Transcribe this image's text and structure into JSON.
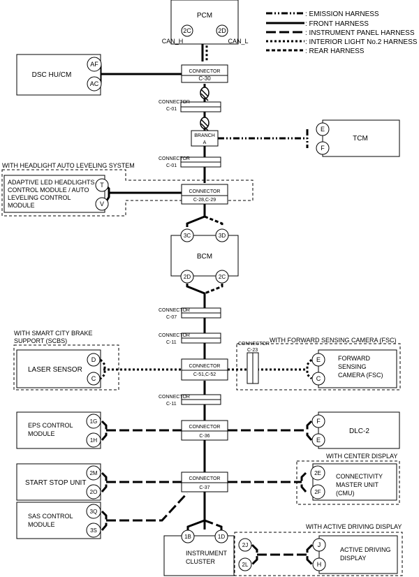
{
  "legend": [
    {
      "style": "emission",
      "label": ": EMISSION HARNESS"
    },
    {
      "style": "front",
      "label": ": FRONT HARNESS"
    },
    {
      "style": "instrument_panel",
      "label": ": INSTRUMENT PANEL HARNESS"
    },
    {
      "style": "interior_light",
      "label": ": INTERIOR LIGHT No.2 HARNESS"
    },
    {
      "style": "rear",
      "label": ": REAR HARNESS"
    }
  ],
  "modules": {
    "pcm": {
      "name": "PCM",
      "pins": [
        "2C",
        "2D"
      ],
      "can_h": "CAN_H",
      "can_l": "CAN_L"
    },
    "dsc": {
      "name": "DSC HU/CM",
      "pins": [
        "AF",
        "AC"
      ]
    },
    "tcm": {
      "name": "TCM",
      "pins": [
        "E",
        "F"
      ]
    },
    "headlight": {
      "option": "WITH HEADLIGHT AUTO LEVELING SYSTEM",
      "lines": [
        "ADAPTIVE LED HEADLIGHTS",
        "CONTROL MODULE / AUTO",
        "LEVELING CONTROL",
        "MODULE"
      ],
      "pins": [
        "T",
        "V"
      ]
    },
    "bcm": {
      "name": "BCM",
      "pins_top": [
        "3C",
        "3D"
      ],
      "pins_bottom": [
        "2D",
        "2C"
      ]
    },
    "laser": {
      "option_lines": [
        "WITH SMART CITY BRAKE",
        "SUPPORT (SCBS)"
      ],
      "name": "LASER SENSOR",
      "pins": [
        "D",
        "C"
      ]
    },
    "fsc": {
      "option": "WITH FORWARD SENSING CAMERA (FSC)",
      "lines": [
        "FORWARD",
        "SENSING",
        "CAMERA (FSC)"
      ],
      "pins": [
        "E",
        "C"
      ]
    },
    "eps": {
      "lines": [
        "EPS CONTROL",
        "MODULE"
      ],
      "pins": [
        "1G",
        "1H"
      ]
    },
    "dlc": {
      "name": "DLC-2",
      "pins": [
        "F",
        "E"
      ]
    },
    "start_stop": {
      "name": "START STOP UNIT",
      "pins": [
        "2M",
        "2O"
      ]
    },
    "cmu": {
      "option": "WITH CENTER DISPLAY",
      "lines": [
        "CONNECTIVITY",
        "MASTER UNIT",
        "(CMU)"
      ],
      "pins": [
        "2E",
        "2F"
      ]
    },
    "sas": {
      "lines": [
        "SAS CONTROL",
        "MODULE"
      ],
      "pins": [
        "3Q",
        "3S"
      ]
    },
    "cluster": {
      "lines": [
        "INSTRUMENT",
        "CLUSTER"
      ],
      "pins": [
        "1B",
        "1D"
      ]
    },
    "ad_display": {
      "option": "WITH ACTIVE DRIVING DISPLAY",
      "lines": [
        "ACTIVE DRIVING",
        "DISPLAY"
      ],
      "pins_left": [
        "2J",
        "2L"
      ],
      "pins_right": [
        "J",
        "H"
      ]
    }
  },
  "connectors": {
    "c30": {
      "word": "CONNECTOR",
      "id": "C-30"
    },
    "c01a": {
      "word": "CONNECTOR",
      "id": "C-01"
    },
    "branch": {
      "word": "BRANCH",
      "id": "A"
    },
    "c01b": {
      "word": "CONNECTOR",
      "id": "C-01"
    },
    "c28": {
      "word": "CONNECTOR",
      "id": "C-28,C-29"
    },
    "c07": {
      "word": "CONNECTOR",
      "id": "C-07"
    },
    "c11a": {
      "word": "CONNECTOR",
      "id": "C-11"
    },
    "c51": {
      "word": "CONNECTOR",
      "id": "C-51,C-52"
    },
    "c23": {
      "word": "CONNECTOR",
      "id": "C-23"
    },
    "c11b": {
      "word": "CONNECTOR",
      "id": "C-11"
    },
    "c36": {
      "word": "CONNECTOR",
      "id": "C-36"
    },
    "c37": {
      "word": "CONNECTOR",
      "id": "C-37"
    }
  }
}
